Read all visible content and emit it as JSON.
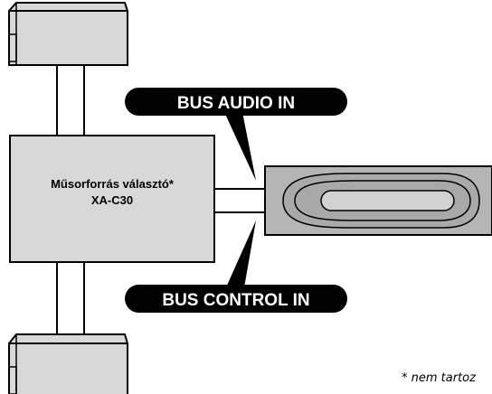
{
  "diagram": {
    "selector_box": {
      "line1": "Műsorforrás választó*",
      "line2": "XA-C30"
    },
    "bus_audio_label": "BUS AUDIO IN",
    "bus_control_label": "BUS CONTROL IN",
    "footnote": "* nem tartoz"
  },
  "colors": {
    "device_fill": "#d8d8d8",
    "box_fill": "#d8d8d8",
    "head_unit_fill": "#b5b5b5",
    "label_fill": "#000000",
    "label_text": "#ffffff"
  },
  "icons": {
    "top_device": "cd-changer-icon",
    "bottom_device": "cd-changer-icon",
    "head_unit": "car-audio-head-unit-icon"
  }
}
